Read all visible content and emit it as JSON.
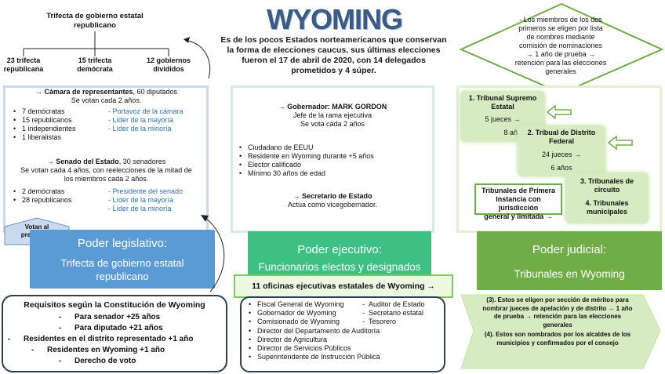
{
  "title": "WYOMING",
  "intro": {
    "lines": [
      "Es de los pocos Estados norteamericanos que conservan",
      "la forma de elecciones caucus, sus últimas elecciones",
      "fueron el 17 de abril de 2020, con 14 delegados",
      "prometidos y 4 súper."
    ]
  },
  "trifecta": {
    "heading_line1": "Trifecta de gobierno estatal",
    "heading_line2": "republicano",
    "items": [
      {
        "l1": "23 trifecta",
        "l2": "republicana"
      },
      {
        "l1": "15 trifecta",
        "l2": "demócrata"
      },
      {
        "l1": "12 gobiernos",
        "l2": "divididos"
      }
    ]
  },
  "legislative": {
    "house_head_bold": "Cámara de representantes",
    "house_head_rest": ", 60 diputados",
    "house_term": "Se votan cada 2 años.",
    "house_items": [
      "7 demócratas",
      "15 republicanos",
      "1 independientes",
      "1 liberalistas"
    ],
    "house_roles": [
      "- Portavoz de la cámara",
      "- Líder de la mayoría",
      "- Líder de la minoría"
    ],
    "senate_head_bold": "Senado del Estado",
    "senate_head_rest": ", 30 senadores",
    "senate_term_l1": "Se votan cada 4 años, con reelecciones de la mitad de",
    "senate_term_l2": "los miembros cada 2 años.",
    "senate_items": [
      "2 demócratas",
      "28 republicanos"
    ],
    "senate_roles": [
      "- Presidente del senado",
      "- Líder de la mayoría",
      "- Líder de la minoría"
    ],
    "vote_badge_l1": "Votan al",
    "vote_badge_l2": "presidente",
    "box_title": "Poder legislativo:",
    "box_sub_l1": "Trifecta de gobierno estatal",
    "box_sub_l2": "republicano"
  },
  "requirements": {
    "heading": "Requisitos según la Constitución de Wyoming",
    "items": [
      "Para senador +25 años",
      "Para diputado +21 años",
      "Residentes en el distrito representado +1 año",
      "Residentes en Wyoming +1 año",
      "Derecho de voto"
    ]
  },
  "executive": {
    "gov_label": "Gobernador: MARK GORDON",
    "gov_role": "Jefe de la rama ejecutiva",
    "gov_term": "Se vota cada 2 años",
    "gov_reqs": [
      "Ciudadano de EEUU",
      "Residente en Wyoming durante +5 años",
      "Elector calificado",
      "Mínimo 30 años de edad"
    ],
    "sec_label": "Secretario de Estado",
    "sec_role": "Actúa como vicegobernador.",
    "box_title": "Poder ejecutivo:",
    "box_sub": "Funcionarios electos y designados",
    "offices_heading": "11 oficinas ejecutivas estatales de Wyoming",
    "offices_left": [
      "Fiscal General de Wyoming",
      "Gobernador de Wyoming",
      "Comisionado de Wyoming"
    ],
    "offices_right": [
      "Auditor de Estado",
      "Secretario estatal",
      "Tesorero"
    ],
    "offices_full": [
      "Director del Departamento de Auditoría",
      "Director de Agricultura",
      "Director de Servicios Públicos",
      "Superintendente de Instrucción Pública"
    ]
  },
  "judicial": {
    "diamond_lines": [
      "- Los miembros de los dos",
      "primeros se eligen por lista",
      "de nombres mediante",
      "comisión de nominaciones",
      "→ 1 año de prueba →",
      "retención para las elecciones",
      "generales"
    ],
    "supreme_l1": "1. Tribunal Supremo",
    "supreme_l2": "Estatal",
    "supreme_judges": "5 jueces →",
    "supreme_years": "8 años",
    "district_l1": "2. Tribual de Distrito",
    "district_l2": "Federal",
    "district_judges": "24 jueces →",
    "district_years": "6 años",
    "first_l1": "Tribunales de Primera",
    "first_l2": "Instancia con jurisdicción",
    "first_l3": "general y limitada →",
    "circuit_l1": "3. Tribunales de",
    "circuit_l2": "circuito",
    "municipal_l1": "4. Tribunales",
    "municipal_l2": "municipales",
    "box_title": "Poder judicial:",
    "box_sub": "Tribunales en Wyoming",
    "note_lines": [
      "(3). Estos se eligen por sección de méritos para",
      "nombrar jueces de apelación y de distrito → 1 año",
      "de prueba → retención para las elecciones",
      "generales",
      "(4). Estos son nombrados por los alcaldes de los",
      "municipios y confirmados por el consejo"
    ]
  },
  "colors": {
    "legislative": "#5b9bd5",
    "executive": "#3ebf84",
    "judicial": "#70ad47",
    "title": "#3a5a87"
  }
}
